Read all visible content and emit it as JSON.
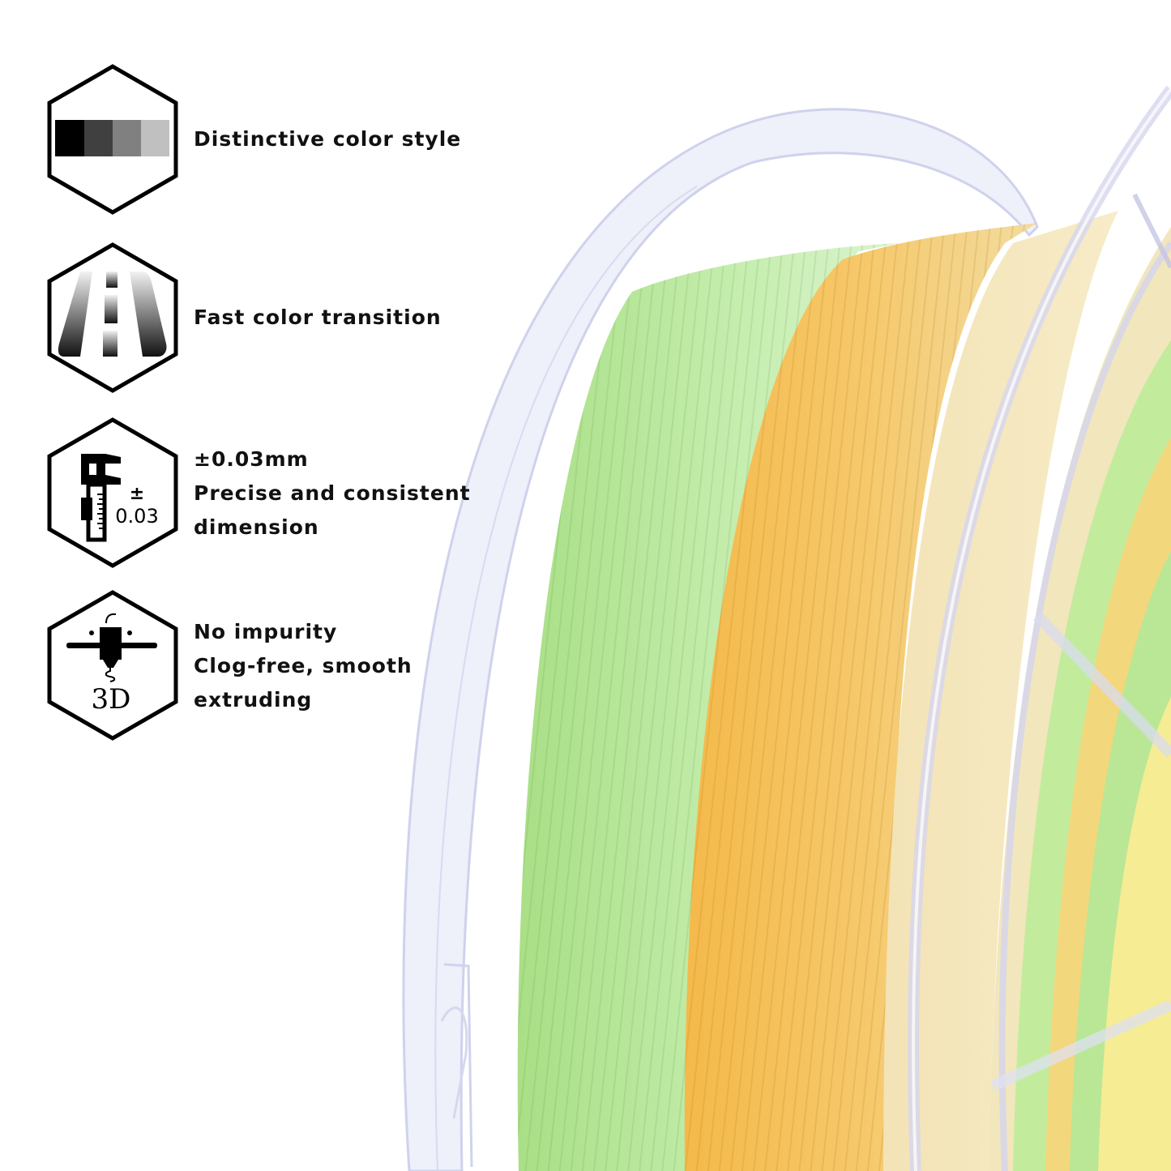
{
  "features": [
    {
      "icon": "color-swatch-icon",
      "lines": [
        "Distinctive color style"
      ],
      "swatches": [
        "#000000",
        "#404040",
        "#808080",
        "#c0c0c0"
      ]
    },
    {
      "icon": "road-gradient-icon",
      "lines": [
        "Fast color transition"
      ]
    },
    {
      "icon": "caliper-icon",
      "icon_label_pm": "±",
      "icon_label_value": "0.03",
      "lines": [
        "±0.03mm",
        "Precise and consistent",
        "dimension"
      ]
    },
    {
      "icon": "3d-printer-nozzle-icon",
      "icon_label": "3D",
      "lines": [
        "No impurity",
        "Clog-free, smooth",
        "extruding"
      ]
    }
  ],
  "product": {
    "type": "filament-spool",
    "colors": {
      "green": "#b8e59a",
      "light_green": "#d3f0c2",
      "orange": "#f5c25e",
      "cream": "#f3e6bc",
      "pale_yellow": "#f7ef9a",
      "spool_edge": "#c9cbe6"
    }
  }
}
